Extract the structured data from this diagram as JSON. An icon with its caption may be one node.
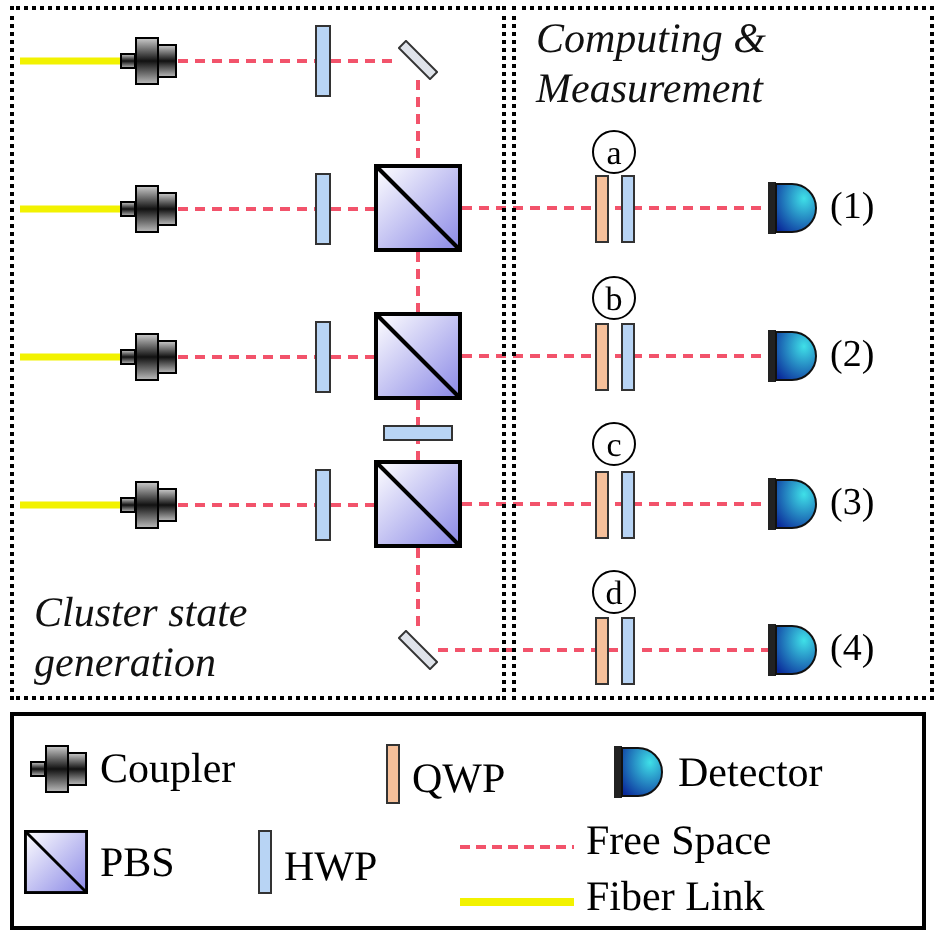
{
  "diagram": {
    "nodes": [
      {
        "text": [
          "Cluster state generation"
        ]
      },
      {
        "text": [],
        "shape": "coupler",
        "in": 0
      },
      {
        "text": [],
        "shape": "coupler",
        "in": 0
      },
      {
        "text": [],
        "shape": "coupler",
        "in": 0
      },
      {
        "text": [],
        "shape": "coupler",
        "in": 0
      },
      {
        "text": [],
        "shape": "mirror",
        "in": 0
      },
      {
        "text": [],
        "shape": "box",
        "in": 0
      },
      {
        "text": [],
        "shape": "box",
        "in": 0
      },
      {
        "text": [],
        "shape": "box",
        "in": 0
      },
      {
        "text": [],
        "shape": "mirror",
        "in": 0
      },
      {
        "text": [
          "Computing & Measurement"
        ]
      },
      {
        "text": [
          "a"
        ],
        "in": 10
      },
      {
        "text": [
          "b"
        ],
        "in": 10
      },
      {
        "text": [
          "c"
        ],
        "in": 10
      },
      {
        "text": [
          "d"
        ],
        "in": 10
      },
      {
        "text": [],
        "shape": "detector",
        "in": 10,
        "beside": [
          "(1)"
        ]
      },
      {
        "text": [],
        "shape": "detector",
        "in": 10,
        "beside": [
          "(2)"
        ]
      },
      {
        "text": [],
        "shape": "detector",
        "in": 10,
        "beside": [
          "(3)"
        ]
      },
      {
        "text": [],
        "shape": "detector",
        "in": 10,
        "beside": [
          "(4)"
        ]
      }
    ],
    "edges": [
      {
        "from": null,
        "to": 1,
        "arrow": "none",
        "color": "#f2f200"
      },
      {
        "from": null,
        "to": 2,
        "arrow": "none",
        "color": "#f2f200"
      },
      {
        "from": null,
        "to": 3,
        "arrow": "none",
        "color": "#f2f200"
      },
      {
        "from": null,
        "to": 4,
        "arrow": "none",
        "color": "#f2f200"
      },
      {
        "from": 1,
        "to": 5,
        "arrow": "none",
        "style": "dashed"
      },
      {
        "from": 5,
        "to": 6,
        "arrow": "none",
        "style": "dashed"
      },
      {
        "from": 2,
        "to": 6,
        "arrow": "none",
        "style": "dashed"
      },
      {
        "from": 6,
        "to": 15,
        "arrow": "none",
        "style": "dashed"
      },
      {
        "from": 6,
        "to": 7,
        "arrow": "none",
        "style": "dashed"
      },
      {
        "from": 3,
        "to": 7,
        "arrow": "none",
        "style": "dashed"
      },
      {
        "from": 7,
        "to": 16,
        "arrow": "none",
        "style": "dashed"
      },
      {
        "from": 7,
        "to": 8,
        "arrow": "none",
        "style": "dashed"
      },
      {
        "from": 4,
        "to": 8,
        "arrow": "none",
        "style": "dashed"
      },
      {
        "from": 8,
        "to": 17,
        "arrow": "none",
        "style": "dashed"
      },
      {
        "from": 8,
        "to": 9,
        "arrow": "none",
        "style": "dashed"
      },
      {
        "from": 9,
        "to": 18,
        "arrow": "none",
        "style": "dashed"
      }
    ],
    "legend": [
      {
        "text": "Coupler"
      },
      {
        "text": "QWP",
        "color": "#f6c09a"
      },
      {
        "text": "Detector"
      },
      {
        "text": "PBS"
      },
      {
        "text": "HWP",
        "color": "#b8d4f4"
      },
      {
        "text": "Free Space"
      },
      {
        "text": "Fiber Link"
      }
    ]
  }
}
